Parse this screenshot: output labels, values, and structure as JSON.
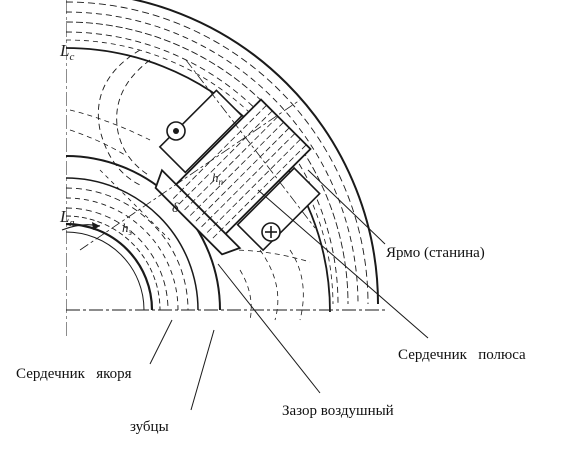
{
  "diagram": {
    "labels": {
      "yoke": "Ярмо (станина)",
      "pole_core": "Сердечник   полюса",
      "armature_core": "Сердечник   якоря",
      "teeth": "зубцы",
      "air_gap": "Зазор воздушный"
    },
    "symbols": {
      "Lc": "L",
      "Lc_sub": "c",
      "La": "L",
      "La_sub": "я",
      "hn": "h",
      "hn_sub": "п",
      "hz": "h",
      "hz_sub": "з",
      "delta": "δ"
    },
    "icons": [
      "current-out-dot-icon",
      "current-in-plus-icon"
    ],
    "colors": {
      "line": "#1a1a1a",
      "background": "#ffffff"
    }
  }
}
